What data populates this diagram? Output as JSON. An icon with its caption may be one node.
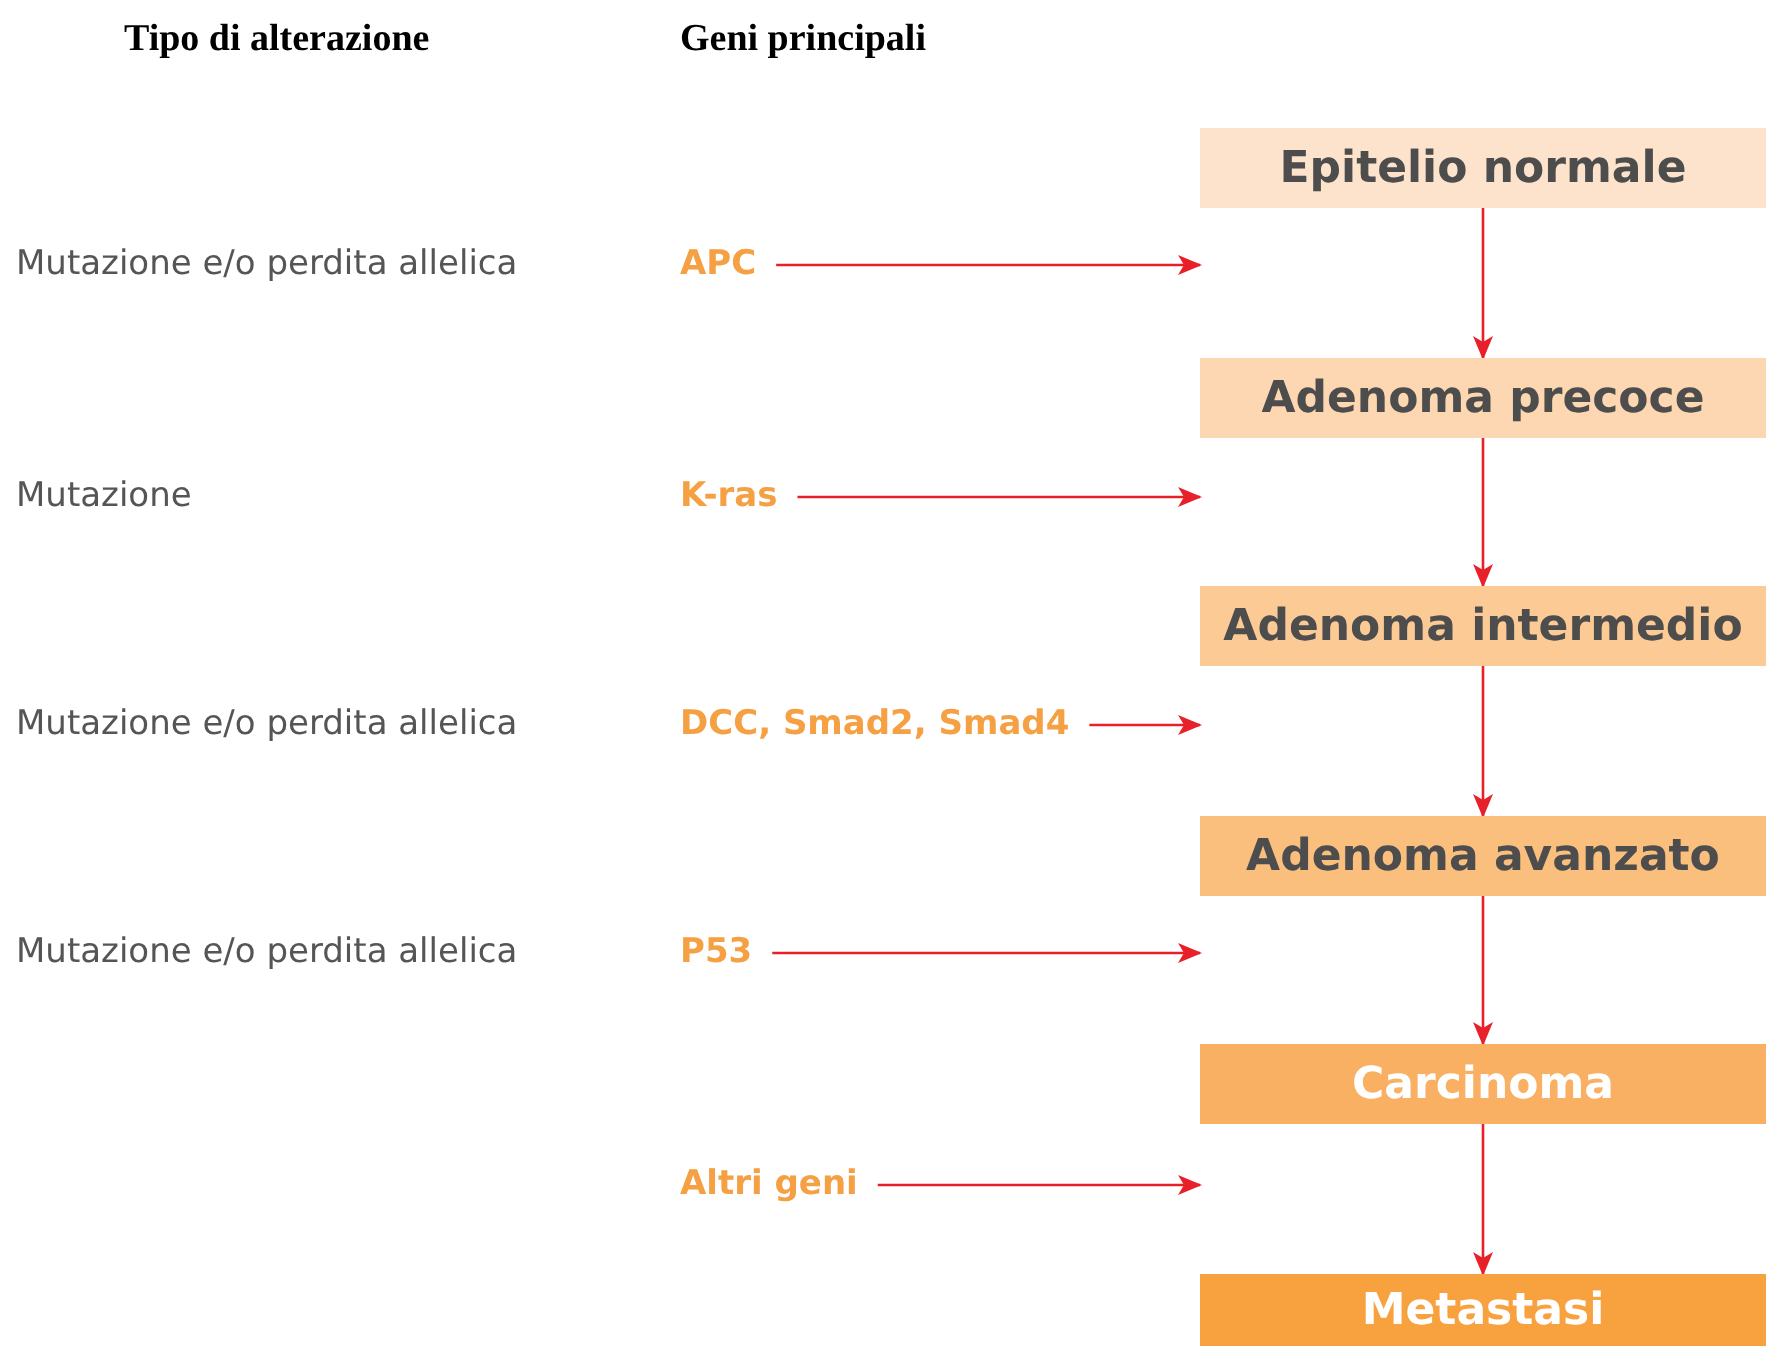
{
  "diagram": {
    "nodes": [
      {
        "text": [
          "Epitelio normale"
        ]
      },
      {
        "text": [
          "Adenoma precoce"
        ]
      },
      {
        "text": [
          "Adenoma intermedio"
        ]
      },
      {
        "text": [
          "Adenoma avanzato"
        ]
      },
      {
        "text": [
          "Carcinoma"
        ]
      },
      {
        "text": [
          "Metastasi"
        ]
      },
      {
        "text": [
          "APC"
        ]
      },
      {
        "text": [
          "K-ras"
        ]
      },
      {
        "text": [
          "DCC, Smad2, Smad4"
        ]
      },
      {
        "text": [
          "P53"
        ]
      },
      {
        "text": [
          "Altri geni"
        ]
      }
    ],
    "edges": [
      {
        "from": 0,
        "to": 1,
        "arrow": "to"
      },
      {
        "from": 1,
        "to": 2,
        "arrow": "to"
      },
      {
        "from": 2,
        "to": 3,
        "arrow": "to"
      },
      {
        "from": 3,
        "to": 4,
        "arrow": "to"
      },
      {
        "from": 4,
        "to": 5,
        "arrow": "to"
      },
      {
        "from": 6,
        "to": null,
        "arrow": "to"
      },
      {
        "from": 7,
        "to": null,
        "arrow": "to"
      },
      {
        "from": 8,
        "to": null,
        "arrow": "to"
      },
      {
        "from": 9,
        "to": null,
        "arrow": "to"
      },
      {
        "from": 10,
        "to": null,
        "arrow": "to"
      }
    ],
    "labels": [
      "Tipo di alterazione",
      "Geni principali",
      "Mutazione e/o perdita allelica",
      "Mutazione",
      "Mutazione e/o perdita allelica",
      "Mutazione e/o perdita allelica"
    ]
  }
}
